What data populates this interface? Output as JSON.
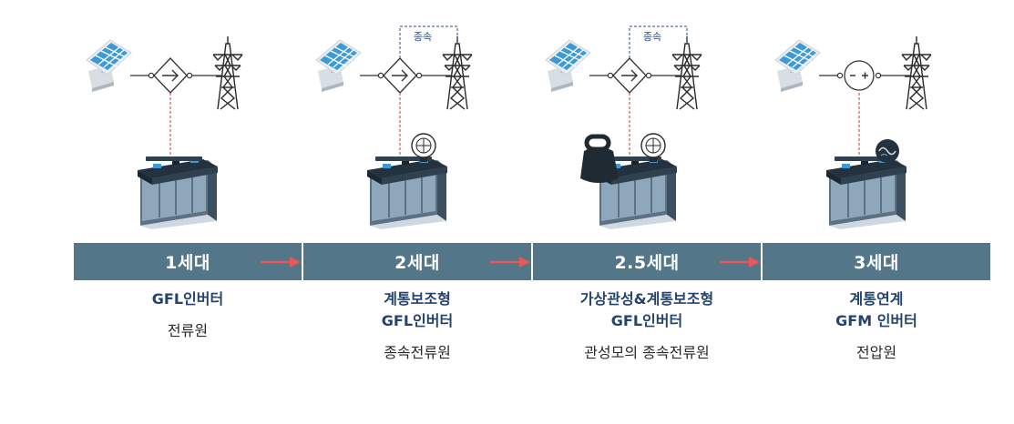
{
  "generations": [
    {
      "id": "gen-1",
      "label": "1세대",
      "inverter_lines": [
        "GFL인버터"
      ],
      "source_type": "전류원",
      "converter": "inverter-arrow",
      "dependent_box": false,
      "addons": []
    },
    {
      "id": "gen-2",
      "label": "2세대",
      "inverter_lines": [
        "계통보조형",
        "GFL인버터"
      ],
      "source_type": "종속전류원",
      "converter": "inverter-arrow",
      "dependent_box": true,
      "dependent_label": "종속",
      "addons": [
        "grid-support-icon"
      ]
    },
    {
      "id": "gen-2-5",
      "label": "2.5세대",
      "inverter_lines": [
        "가상관성&계통보조형",
        "GFL인버터"
      ],
      "source_type": "관성모의 종속전류원",
      "converter": "inverter-arrow",
      "dependent_box": true,
      "dependent_label": "종속",
      "addons": [
        "inertia-weight-icon",
        "grid-support-icon"
      ]
    },
    {
      "id": "gen-3",
      "label": "3세대",
      "inverter_lines": [
        "계통연계",
        "GFM 인버터"
      ],
      "source_type": "전압원",
      "converter": "voltage-source",
      "dependent_box": false,
      "addons": [
        "grid-forming-icon"
      ]
    }
  ],
  "icons": [
    "solar-panel-icon",
    "inverter-icon",
    "voltage-source-icon",
    "transmission-tower-icon",
    "battery-icon",
    "grid-support-icon",
    "inertia-weight-icon",
    "grid-forming-icon",
    "arrow-right-icon"
  ],
  "colors": {
    "banner": "#537788",
    "arrow": "#e8575a",
    "title_text": "#25436d",
    "dep_box": "#2c4a86",
    "link_line": "#c0392b",
    "battery_dark": "#24323f",
    "battery_side": "#8fa7bb"
  }
}
